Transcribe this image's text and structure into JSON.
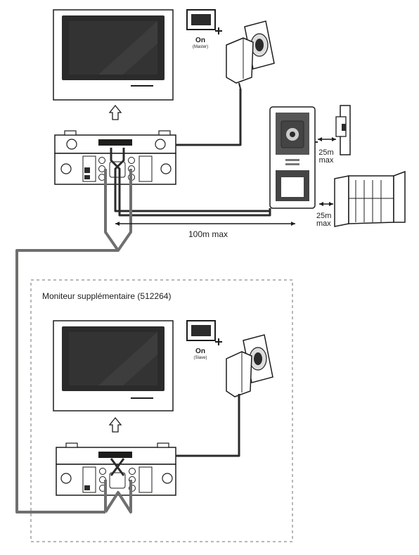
{
  "master": {
    "power_label": "On",
    "role_label": "(Master)"
  },
  "slave": {
    "power_label": "On",
    "role_label": "(Slave)"
  },
  "box_title": "Moniteur supplémentaire (512264)",
  "distances": {
    "lock": "25m\nmax",
    "gate": "25m\nmax",
    "cable": "100m max"
  },
  "colors": {
    "line": "#1d1d1b",
    "cable_gray": "#6f6f6e",
    "screen": "#2b2b2b",
    "panel": "#d5d5d5"
  }
}
